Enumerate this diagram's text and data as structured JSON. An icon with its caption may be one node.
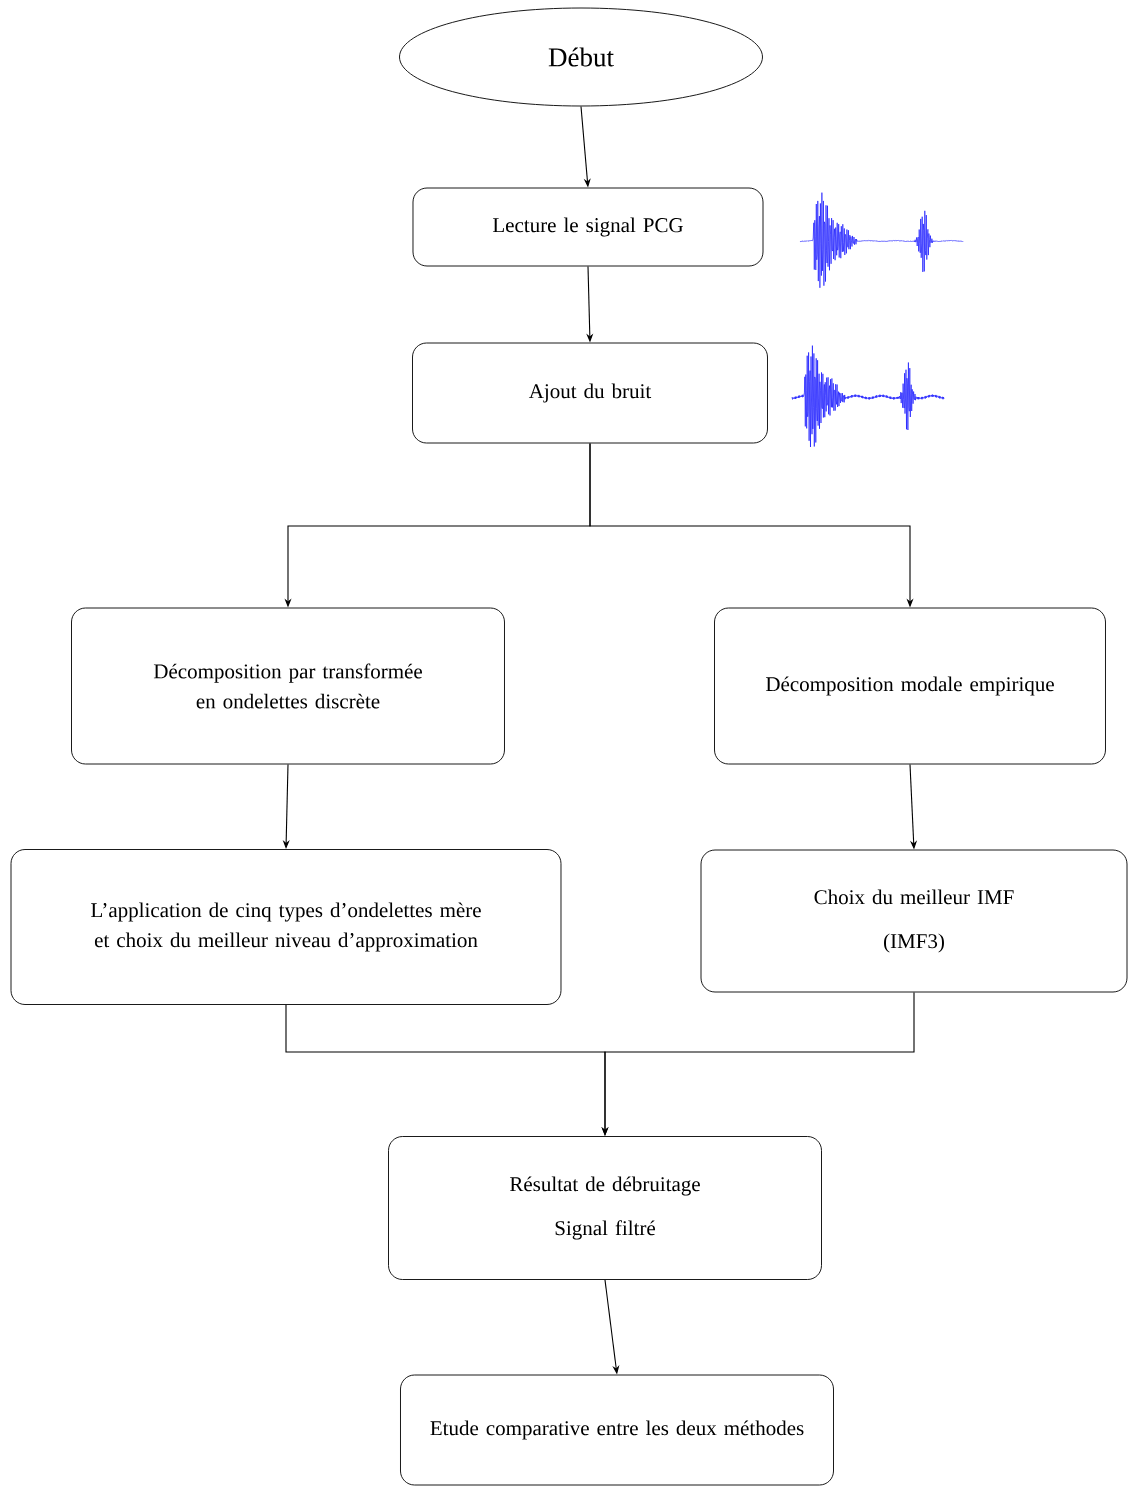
{
  "diagram": {
    "nodes": [
      {
        "text": [
          "Début"
        ]
      },
      {
        "text": [
          "Lecture le signal PCG"
        ]
      },
      {
        "text": [
          "Ajout du bruit"
        ]
      },
      {
        "text": [
          "Décomposition par transformée en ondelettes discrète"
        ]
      },
      {
        "text": [
          "Décomposition modale empirique"
        ]
      },
      {
        "text": [
          "L’application de cinq types d’ondelettes mère et choix du meilleur niveau d’approximation"
        ]
      },
      {
        "text": [
          "Choix du meilleur IMF",
          "(IMF3)"
        ]
      },
      {
        "text": [
          "Résultat de débruitage",
          "Signal filtré"
        ]
      },
      {
        "text": [
          "Etude comparative entre les deux méthodes"
        ]
      }
    ],
    "edges": [
      {
        "from": 0,
        "to": 1,
        "arrow": "to"
      },
      {
        "from": 1,
        "to": 2,
        "arrow": "to"
      },
      {
        "from": 2,
        "to": 3,
        "arrow": "to"
      },
      {
        "from": 2,
        "to": 4,
        "arrow": "to"
      },
      {
        "from": 3,
        "to": 5,
        "arrow": "to"
      },
      {
        "from": 4,
        "to": 6,
        "arrow": "to"
      },
      {
        "from": 5,
        "to": 7,
        "arrow": "to"
      },
      {
        "from": 6,
        "to": 7,
        "arrow": "to"
      },
      {
        "from": 7,
        "to": 8,
        "arrow": "to"
      }
    ]
  }
}
